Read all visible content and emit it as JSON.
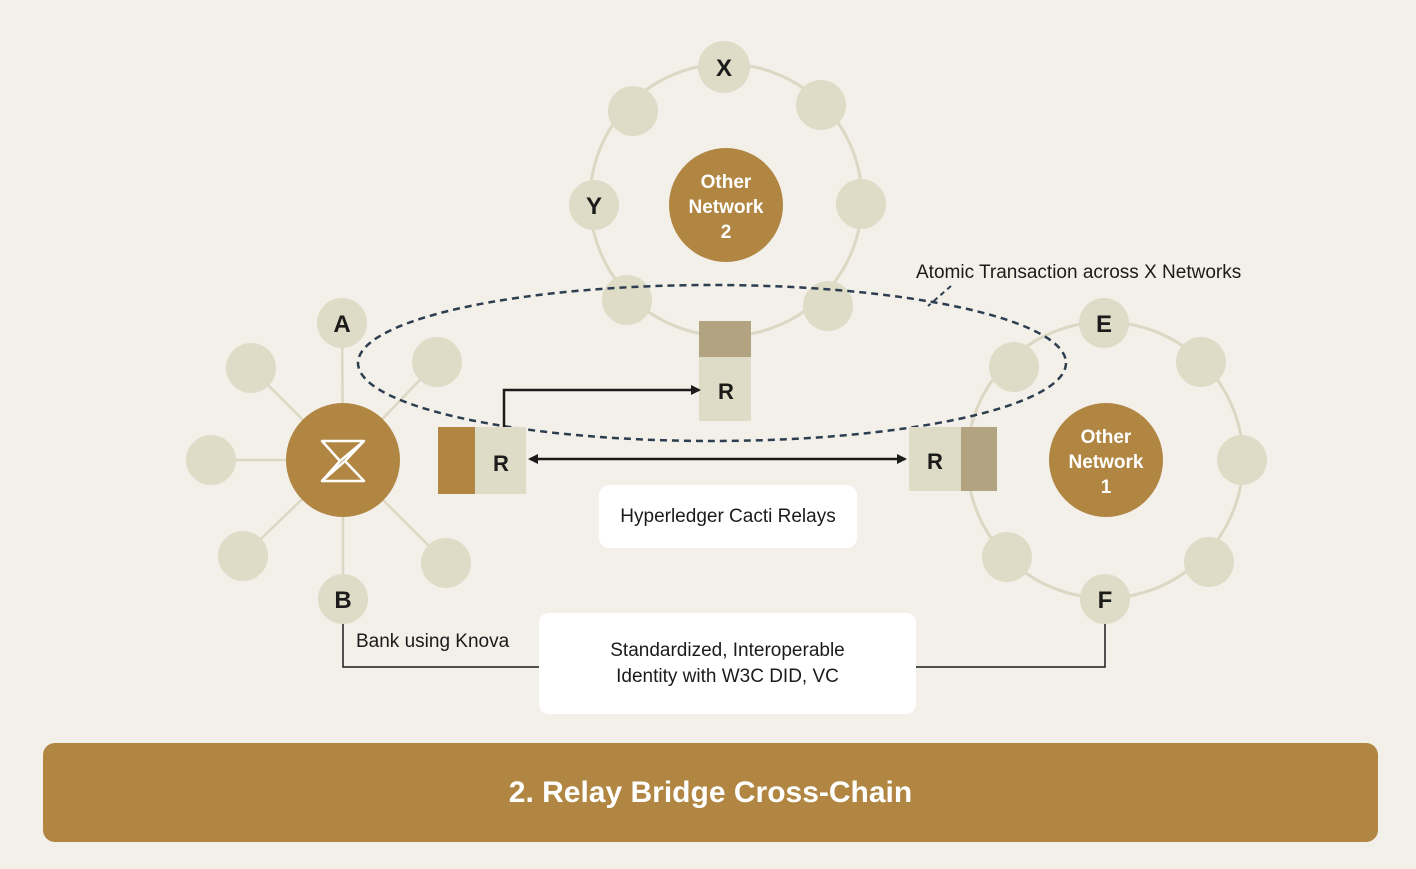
{
  "colors": {
    "background": "#f3efe9",
    "node": "#dedcc6",
    "hub": "#b08642",
    "relay_dark": "#b08642",
    "relay_grey": "#b3a481",
    "relay_light": "#dedcc6",
    "line": "#dcd8c3",
    "ink": "#1b1b1b"
  },
  "network2": {
    "label_lines": [
      "Other",
      "Network",
      "2"
    ],
    "node_x": "X",
    "node_y": "Y"
  },
  "network1": {
    "label_lines": [
      "Other",
      "Network",
      "1"
    ],
    "node_e": "E",
    "node_f": "F"
  },
  "bank": {
    "node_a": "A",
    "node_b": "B",
    "caption": "Bank using Knova",
    "logo_icon": "knova-logo-icon"
  },
  "relays": {
    "left": "R",
    "top": "R",
    "right": "R"
  },
  "atomic_label": "Atomic Transaction across X Networks",
  "relays_box": "Hyperledger Cacti Relays",
  "identity_box": {
    "line1": "Standardized, Interoperable",
    "line2": "Identity with W3C DID, VC"
  },
  "banner": "2. Relay Bridge Cross-Chain"
}
